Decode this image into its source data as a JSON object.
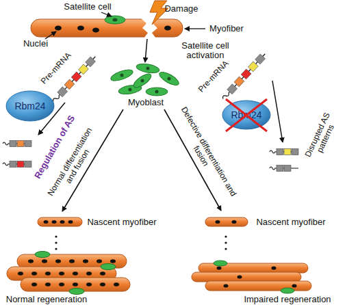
{
  "diagram": {
    "nodes": [
      {
        "text": [
          "Rbm24"
        ]
      },
      {
        "text": [
          "Rbm24"
        ]
      }
    ],
    "labels": [
      "Satellite cell",
      "Damage",
      "Myofiber",
      "Nuclei",
      "Satellite cell activation",
      "Myoblast",
      "Pre-mRNA",
      "Regulation of AS",
      "Normal differentiation and fusion",
      "Pre-mRNA",
      "Disrupted AS patterns",
      "Defective differentiation and fusion",
      "Nascent myofiber",
      "Nascent myofiber",
      "Normal regeneration",
      "Impaired regeneration"
    ]
  }
}
